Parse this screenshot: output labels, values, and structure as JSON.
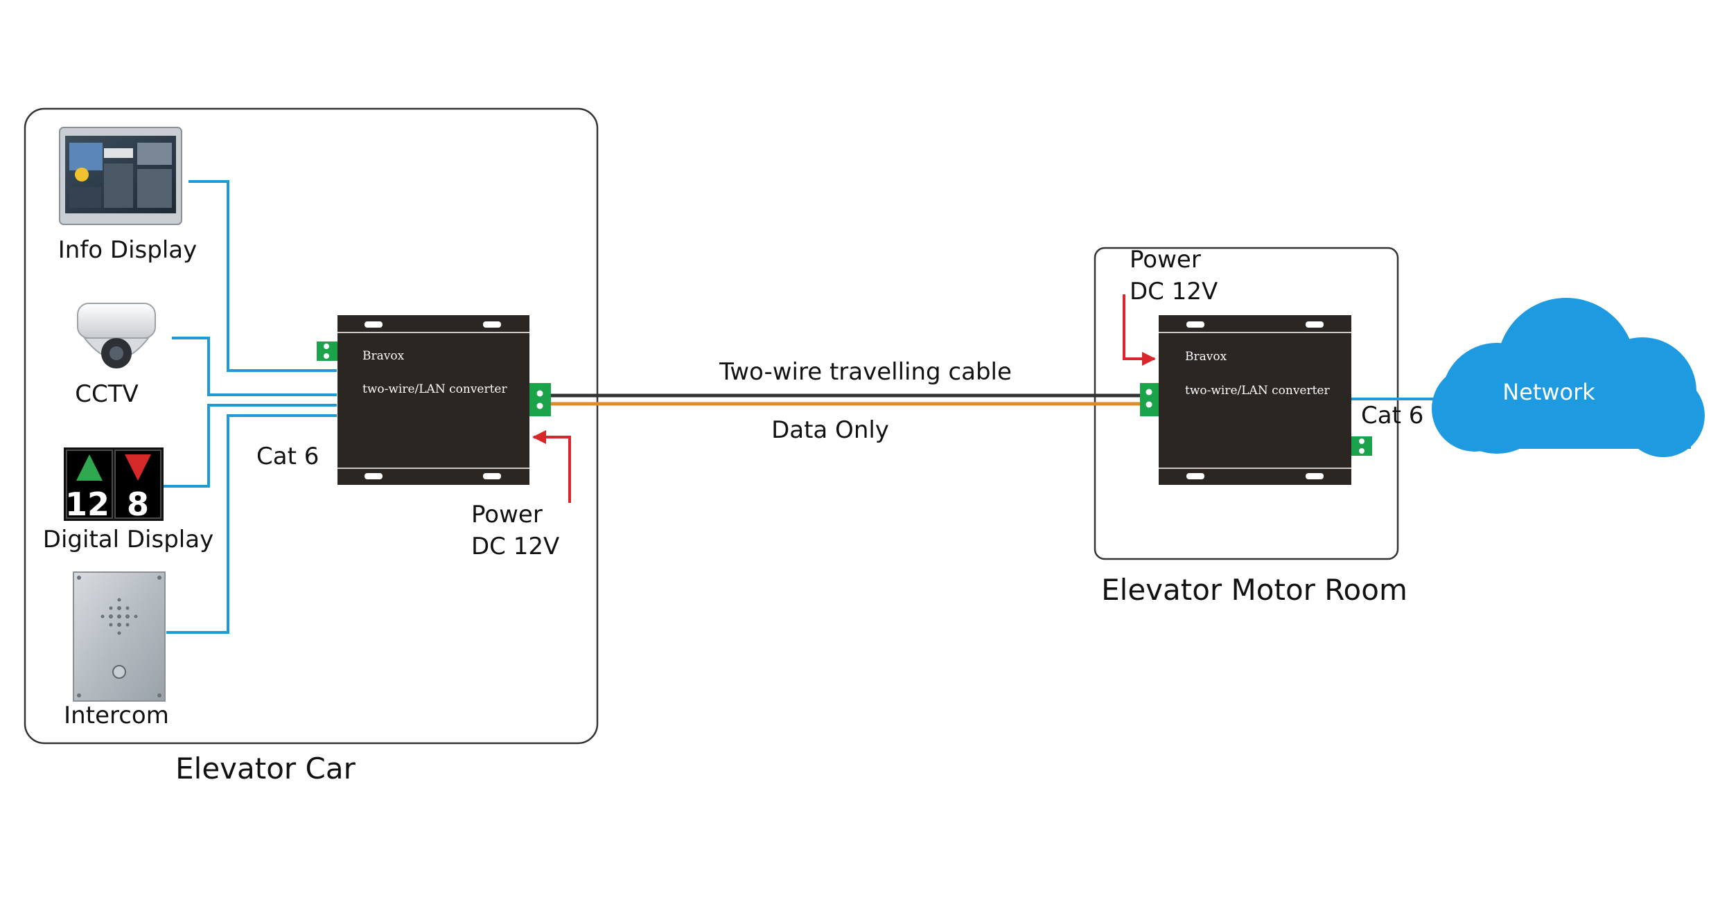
{
  "colors": {
    "cat6_wire": "#1f9ad6",
    "power_arrow": "#d9262b",
    "cable_dark": "#333333",
    "cable_orange": "#e08a2e",
    "converter_body": "#2b2622",
    "terminal_green": "#1aa34a",
    "cloud": "#1e9be0",
    "frame": "#333333"
  },
  "devices": {
    "info_display": {
      "label": "Info Display",
      "icon": "wall-tablet-icon"
    },
    "cctv": {
      "label": "CCTV",
      "icon": "dome-camera-icon"
    },
    "digital_display": {
      "label": "Digital Display",
      "icon": "floor-indicator-icon",
      "up_value": "12",
      "down_value": "8"
    },
    "intercom": {
      "label": "Intercom",
      "icon": "intercom-panel-icon"
    }
  },
  "zones": {
    "car": {
      "label": "Elevator Car"
    },
    "motor_room": {
      "label": "Elevator Motor Room"
    }
  },
  "converters": {
    "car": {
      "brand": "Bravox",
      "model": "two-wire/LAN converter",
      "power_line1": "Power",
      "power_line2": "DC 12V",
      "cat_label": "Cat 6"
    },
    "motor_room": {
      "brand": "Bravox",
      "model": "two-wire/LAN converter",
      "power_line1": "Power",
      "power_line2": "DC 12V",
      "cat_label": "Cat 6"
    }
  },
  "cable": {
    "title": "Two-wire travelling cable",
    "subtitle": "Data Only"
  },
  "network": {
    "label": "Network",
    "icon": "cloud-icon"
  }
}
